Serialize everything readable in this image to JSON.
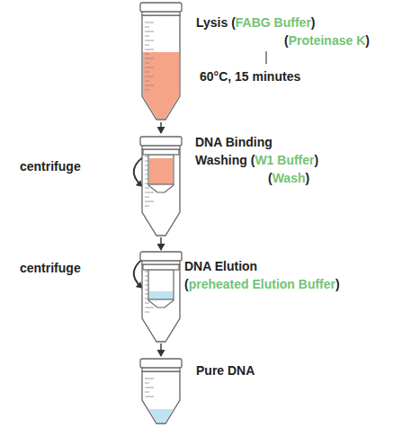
{
  "diagram": {
    "nodes": [
      {
        "text": [
          "Lysis (FABG Buffer)",
          "(Proteinase K)",
          "60°C, 15 minutes"
        ]
      },
      {
        "text": [
          "DNA Binding",
          "Washing (W1 Buffer)",
          "(Wash)"
        ]
      },
      {
        "text": [
          "DNA Elution",
          "(preheated Elution Buffer)"
        ]
      },
      {
        "text": [
          "Pure DNA"
        ]
      }
    ],
    "edges": [
      {
        "from": 0,
        "to": 1,
        "arrow": "to"
      },
      {
        "from": 1,
        "to": 2,
        "arrow": "to"
      },
      {
        "from": 2,
        "to": 3,
        "arrow": "to"
      }
    ],
    "labels": [
      "centrifuge",
      "centrifuge"
    ]
  }
}
